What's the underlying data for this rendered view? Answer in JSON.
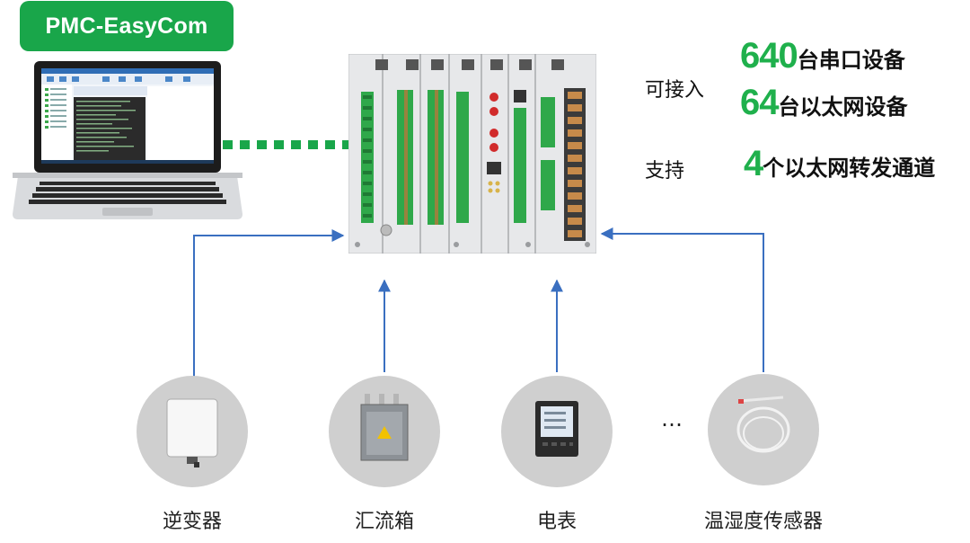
{
  "badge": {
    "label": "PMC-EasyCom"
  },
  "specs": {
    "serial": {
      "prefix": "可接入",
      "number": "640",
      "unit": "台串口设备"
    },
    "ethernet": {
      "number": "64",
      "unit": "台以太网设备"
    },
    "forward": {
      "prefix": "支持",
      "number": "4",
      "unit": "个以太网转发通道"
    }
  },
  "devices": [
    {
      "label": "逆变器",
      "icon": "inverter-icon"
    },
    {
      "label": "汇流箱",
      "icon": "combiner-box-icon"
    },
    {
      "label": "电表",
      "icon": "power-meter-icon"
    },
    {
      "label": "温湿度传感器",
      "icon": "temperature-humidity-sensor-icon"
    }
  ],
  "ellipsis": "…",
  "colors": {
    "accent_green": "#19a64a",
    "number_green": "#1fb04c",
    "arrow_blue": "#3a6fc0",
    "circle_gray": "#cfcfcf"
  }
}
